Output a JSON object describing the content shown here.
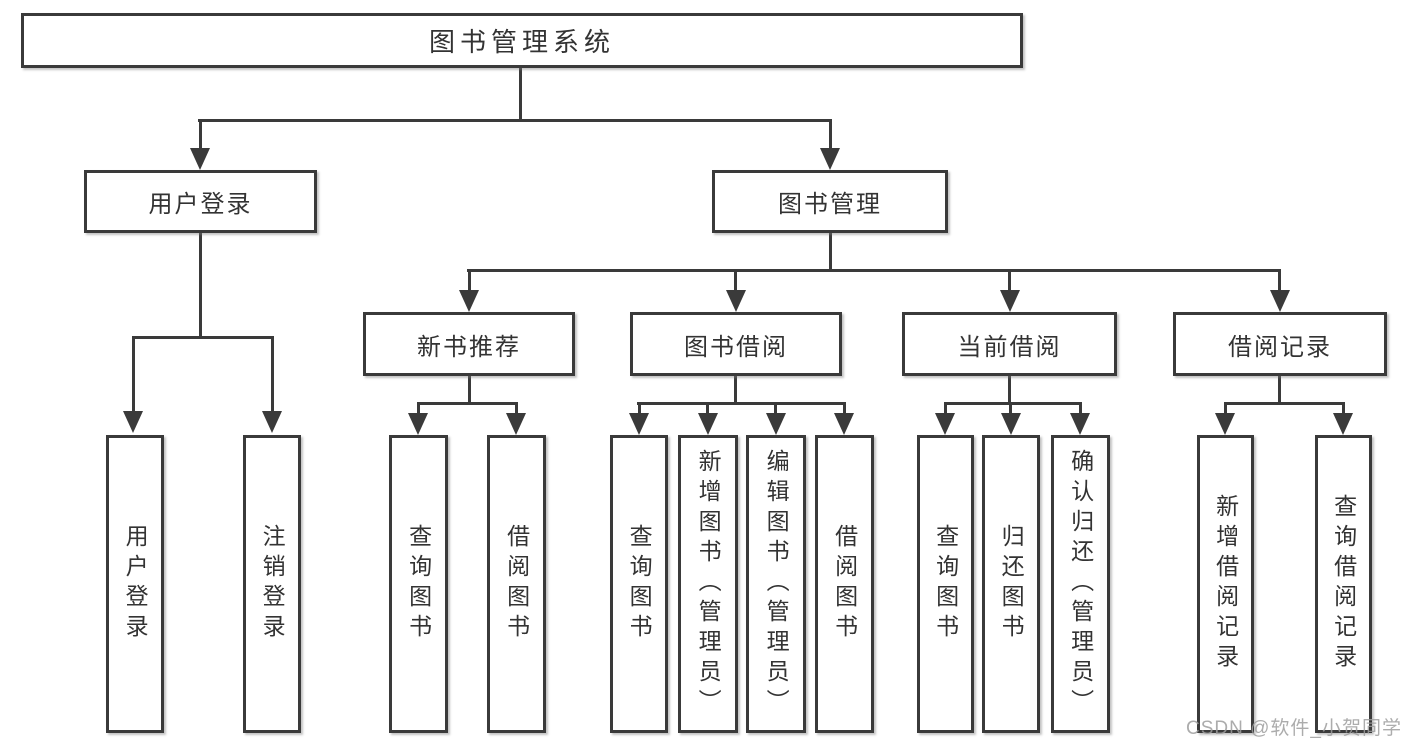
{
  "tree": {
    "root": {
      "label": "图书管理系统"
    },
    "branches": [
      {
        "label": "用户登录",
        "children": [
          {
            "label": "用户登录"
          },
          {
            "label": "注销登录"
          }
        ]
      },
      {
        "label": "图书管理",
        "children": [
          {
            "label": "新书推荐",
            "children": [
              {
                "label": "查询图书"
              },
              {
                "label": "借阅图书"
              }
            ]
          },
          {
            "label": "图书借阅",
            "children": [
              {
                "label": "查询图书"
              },
              {
                "label": "新增图书（管理员）"
              },
              {
                "label": "编辑图书（管理员）"
              },
              {
                "label": "借阅图书"
              }
            ]
          },
          {
            "label": "当前借阅",
            "children": [
              {
                "label": "查询图书"
              },
              {
                "label": "归还图书"
              },
              {
                "label": "确认归还（管理员）"
              }
            ]
          },
          {
            "label": "借阅记录",
            "children": [
              {
                "label": "新增借阅记录"
              },
              {
                "label": "查询借阅记录"
              }
            ]
          }
        ]
      }
    ]
  },
  "watermark": "CSDN @软件_小贺同学",
  "colors": {
    "line": "#3a3a3a",
    "text": "#333333",
    "box_background": "#ffffff",
    "watermark": "#9e9e9e",
    "background": "#ffffff"
  }
}
